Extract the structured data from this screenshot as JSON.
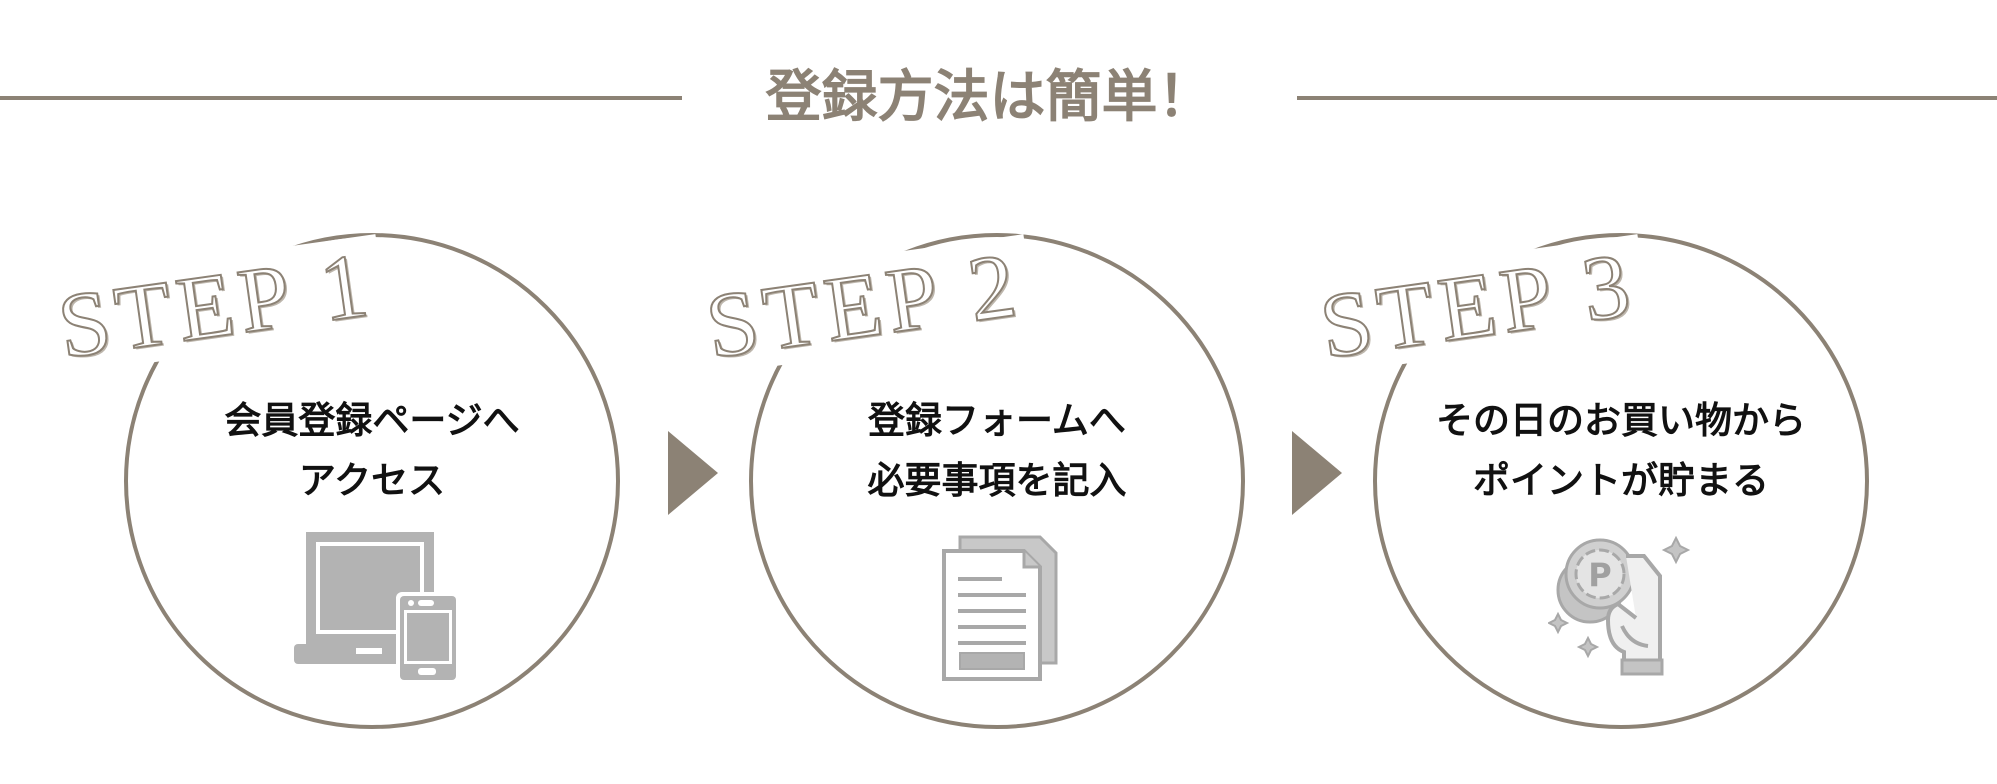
{
  "header": {
    "title": "登録方法は簡単！"
  },
  "steps": [
    {
      "label": "STEP 1",
      "line1": "会員登録ページへ",
      "line2": "アクセス",
      "icon": "devices-icon"
    },
    {
      "label": "STEP 2",
      "line1": "登録フォームへ",
      "line2": "必要事項を記入",
      "icon": "document-icon"
    },
    {
      "label": "STEP 3",
      "line1": "その日のお買い物から",
      "line2": "ポイントが貯まる",
      "icon": "point-coin-hand-icon"
    }
  ],
  "colors": {
    "accent": "#8c8275",
    "icon_gray": "#b3b3b3"
  }
}
